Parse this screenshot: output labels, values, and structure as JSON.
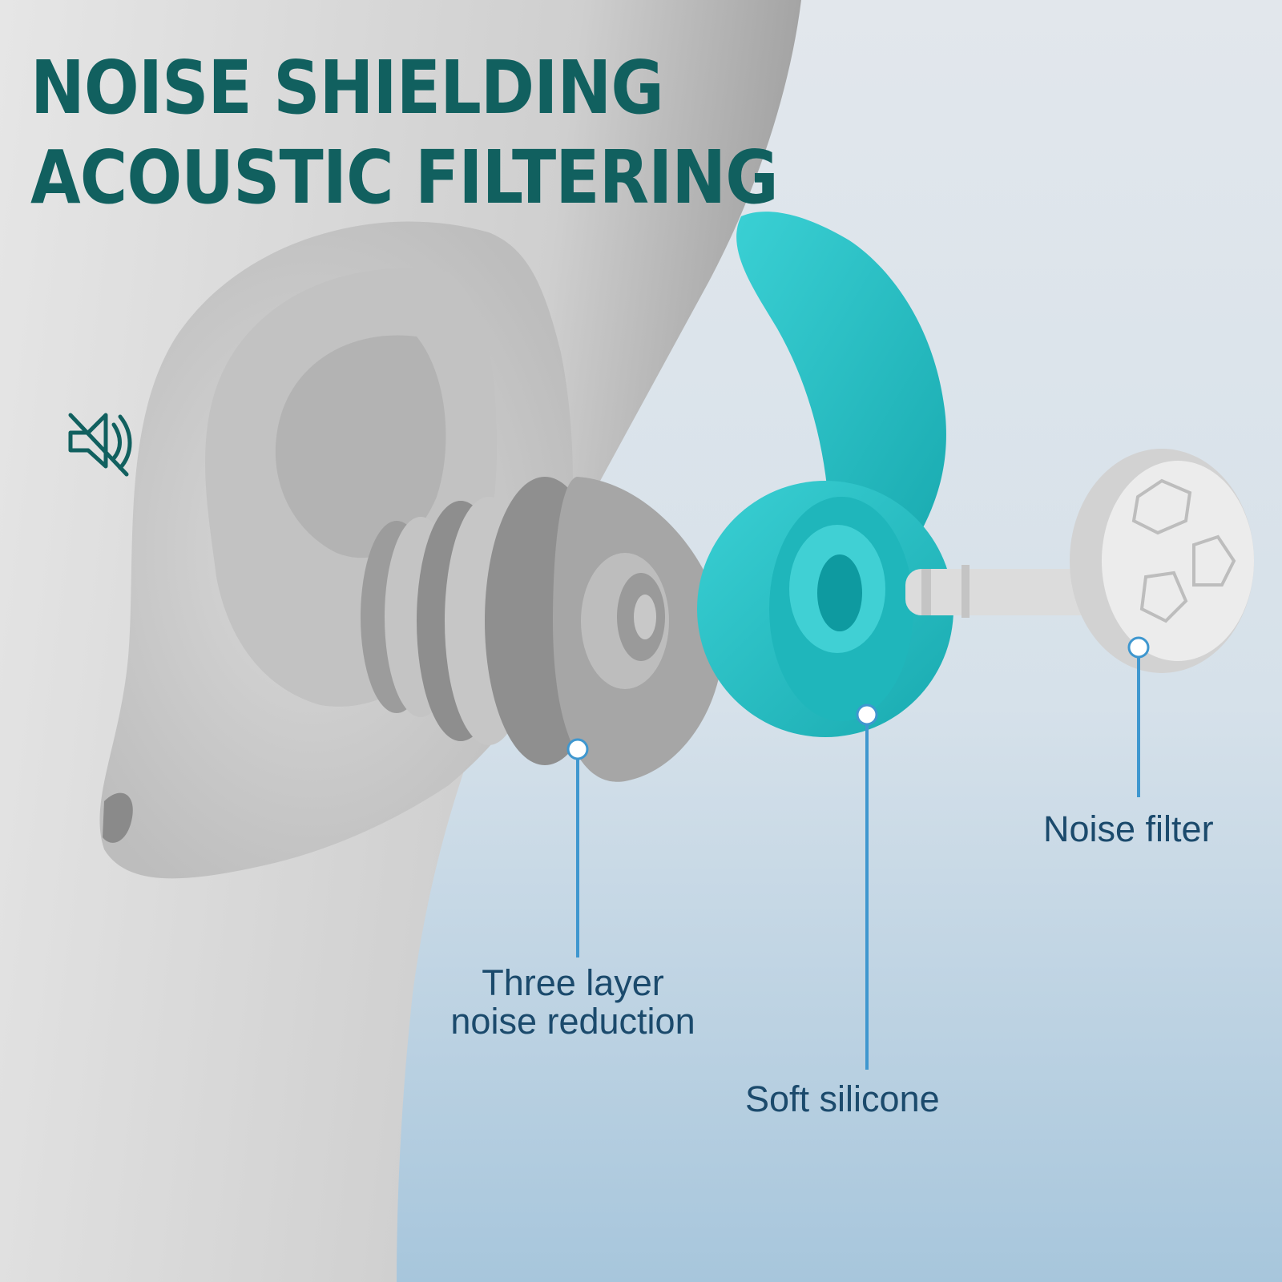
{
  "headline": {
    "line1": "NOISE SHIELDING",
    "line2": "ACOUSTIC FILTERING"
  },
  "callouts": {
    "three_layer": {
      "line1": "Three layer",
      "line2": "noise reduction"
    },
    "soft_silicone": "Soft silicone",
    "noise_filter": "Noise filter"
  },
  "icons": {
    "mute": "speaker-muted-icon"
  },
  "colors": {
    "headline": "#11605f",
    "label": "#1b4a6c",
    "leader_line": "#3f97cf",
    "earplug_teal": "#30c6cb",
    "ear_gray": "#c6c6c6",
    "background": "#dbe6ee"
  }
}
